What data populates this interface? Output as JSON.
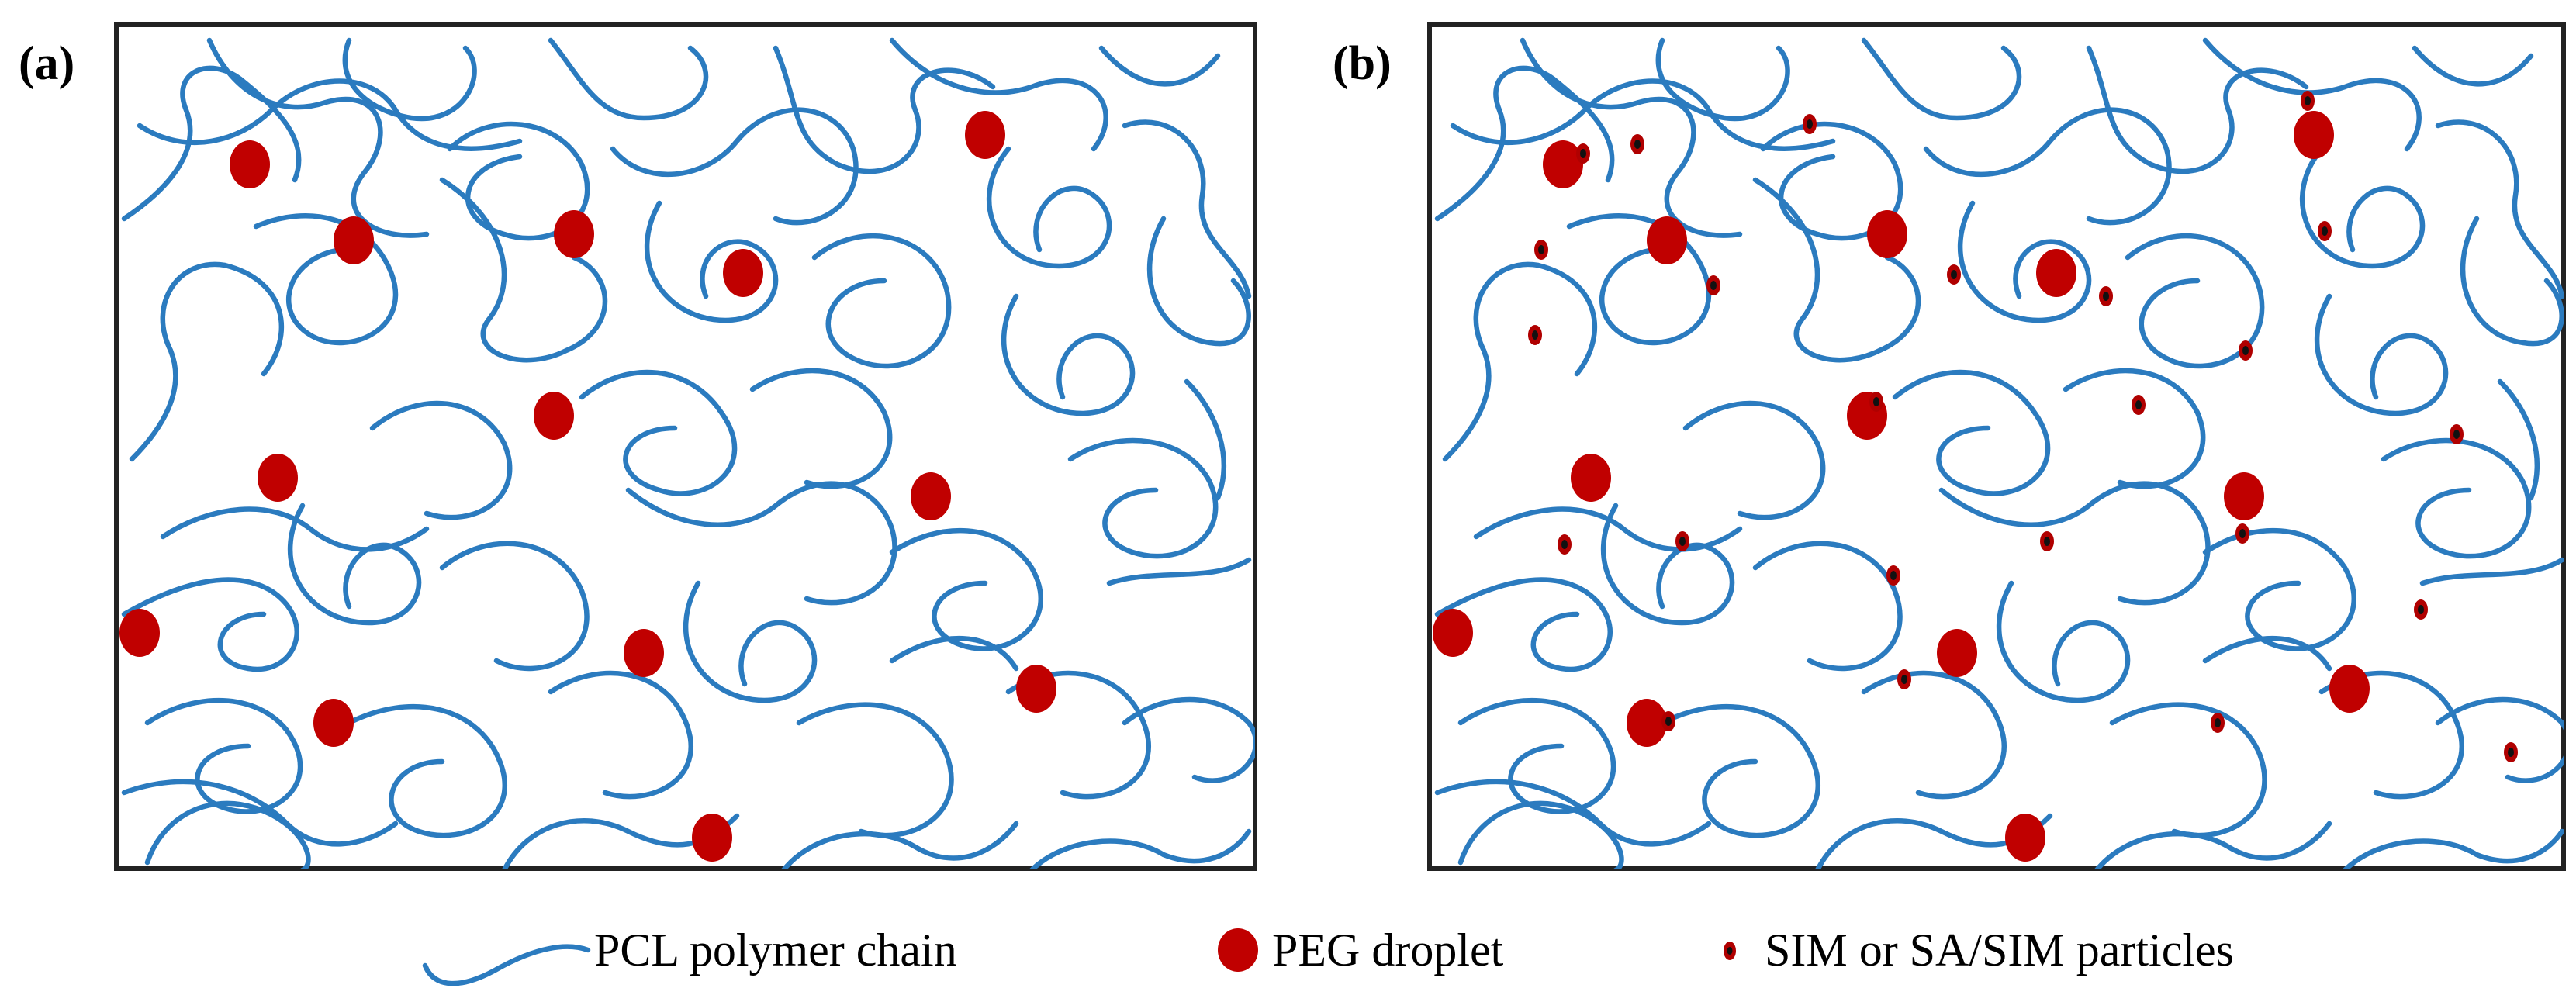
{
  "panels": [
    {
      "label": "(a)",
      "has_particles": false
    },
    {
      "label": "(b)",
      "has_particles": true
    }
  ],
  "legend": {
    "chain_label": "PCL polymer chain",
    "droplet_label": "PEG droplet",
    "particle_label": "SIM or SA/SIM particles"
  },
  "colors": {
    "chain": "#2b7bbf",
    "droplet": "#c00000",
    "particle_fill": "#b00000",
    "particle_core": "#111111",
    "frame": "#222222"
  }
}
